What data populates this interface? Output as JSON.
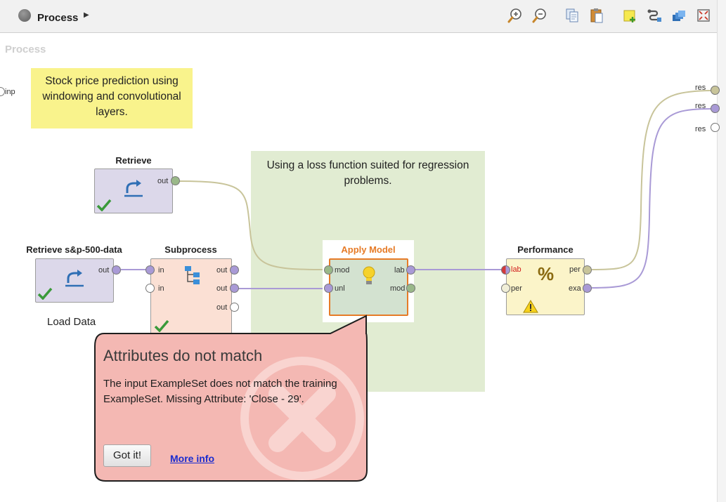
{
  "toolbar": {
    "title": "Process",
    "icons": [
      "zoom-in-icon",
      "zoom-out-icon",
      "copy-icon",
      "paste-icon",
      "add-note-icon",
      "auto-wire-icon",
      "layers-icon",
      "fit-view-icon"
    ]
  },
  "canvas": {
    "label": "Process",
    "left_port": "inp",
    "right_ports": [
      "res",
      "res",
      "res"
    ]
  },
  "notes": {
    "title_note": "Stock price prediction using windowing and convolutional layers.",
    "group_note": "Using a loss function suited for regression problems.",
    "load_data": "Load Data"
  },
  "operators": {
    "retrieve": {
      "title": "Retrieve",
      "out": "out"
    },
    "retrieve_sp": {
      "title": "Retrieve s&p-500-data",
      "out": "out"
    },
    "subprocess": {
      "title": "Subprocess",
      "in1": "in",
      "in2": "in",
      "out1": "out",
      "out2": "out",
      "out3": "out"
    },
    "apply_model": {
      "title": "Apply Model",
      "mod": "mod",
      "unl": "unl",
      "lab": "lab",
      "mod_out": "mod"
    },
    "performance": {
      "title": "Performance",
      "lab": "lab",
      "per_in": "per",
      "per_out": "per",
      "exa": "exa"
    }
  },
  "error_popup": {
    "title": "Attributes do not match",
    "message": "The input ExampleSet does not match the training ExampleSet. Missing Attribute: 'Close - 29'.",
    "button": "Got it!",
    "link": "More info"
  },
  "colors": {
    "note_yellow": "#f9f38c",
    "group_green": "#e1ecd2",
    "selected_orange": "#e67b27",
    "error_red": "#f4b8b3",
    "wire_purple": "#a99ad6",
    "wire_olive": "#c8c49a"
  }
}
